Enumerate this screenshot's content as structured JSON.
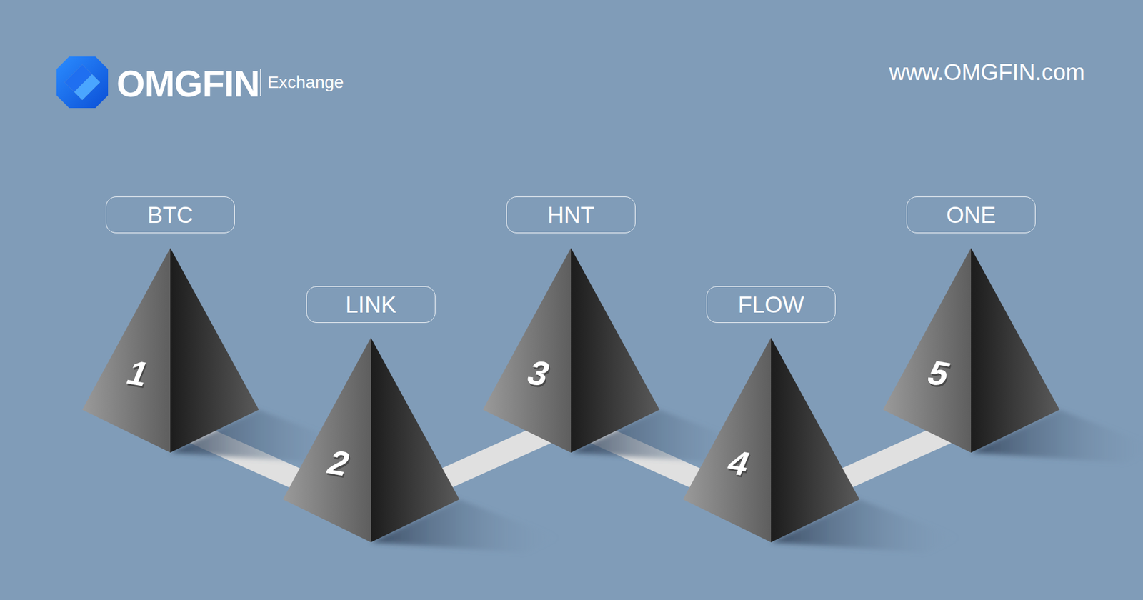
{
  "diagram": {
    "nodes": [
      {
        "text": [
          "BTC",
          "1"
        ]
      },
      {
        "text": [
          "LINK",
          "2"
        ]
      },
      {
        "text": [
          "HNT",
          "3"
        ]
      },
      {
        "text": [
          "FLOW",
          "4"
        ]
      },
      {
        "text": [
          "ONE",
          "5"
        ]
      }
    ],
    "edges": [
      {
        "from": 0,
        "to": 1,
        "arrow": "none"
      },
      {
        "from": 1,
        "to": 2,
        "arrow": "none"
      },
      {
        "from": 2,
        "to": 3,
        "arrow": "none"
      },
      {
        "from": 3,
        "to": 4,
        "arrow": "none"
      }
    ],
    "labels": [
      "OMGFIN",
      "Exchange",
      "www.OMGFIN.com"
    ]
  }
}
